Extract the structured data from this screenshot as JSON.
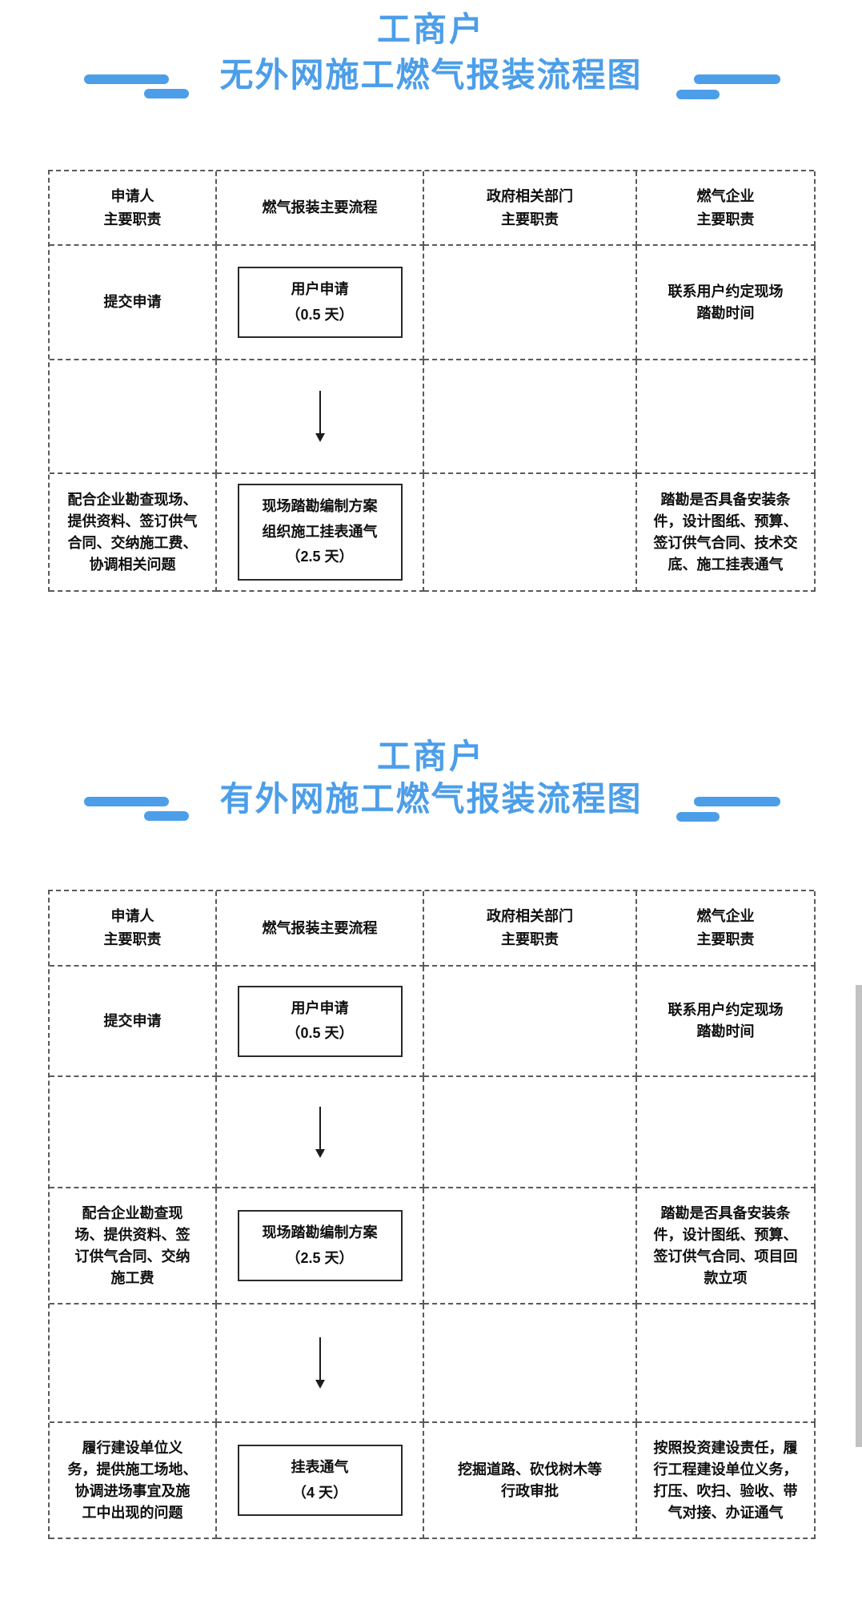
{
  "colors": {
    "accent_blue": "#4c9ee9",
    "dashed_border_gray": "#5a5a5a",
    "text_black": "#0f0f0f",
    "scrollbar_gray": "#c2c2c2"
  },
  "d1": {
    "title": "工商户",
    "subtitle": "无外网施工燃气报装流程图",
    "headers": [
      "申请人\n主要职责",
      "燃气报装主要流程",
      "政府相关部门\n主要职责",
      "燃气企业\n主要职责"
    ],
    "r2": {
      "c1": "提交申请",
      "box": "用户申请\n（0.5 天）",
      "c4": "联系用户约定现场\n踏勘时间"
    },
    "r4": {
      "c1": "配合企业勘查现场、\n提供资料、签订供气\n合同、交纳施工费、\n协调相关问题",
      "box": "现场踏勘编制方案\n组织施工挂表通气\n（2.5 天）",
      "c4": "踏勘是否具备安装条\n件，设计图纸、预算、\n签订供气合同、技术交\n底、施工挂表通气"
    }
  },
  "d2": {
    "title": "工商户",
    "subtitle": "有外网施工燃气报装流程图",
    "headers": [
      "申请人\n主要职责",
      "燃气报装主要流程",
      "政府相关部门\n主要职责",
      "燃气企业\n主要职责"
    ],
    "r2": {
      "c1": "提交申请",
      "box": "用户申请\n（0.5 天）",
      "c4": "联系用户约定现场\n踏勘时间"
    },
    "r4": {
      "c1": "配合企业勘查现\n场、提供资料、签\n订供气合同、交纳\n施工费",
      "box": "现场踏勘编制方案\n（2.5 天）",
      "c4": "踏勘是否具备安装条\n件，设计图纸、预算、\n签订供气合同、项目回\n款立项"
    },
    "r6": {
      "c1": "履行建设单位义\n务，提供施工场地、\n协调进场事宜及施\n工中出现的问题",
      "box": "挂表通气\n（4 天）",
      "c3": "挖掘道路、砍伐树木等\n行政审批",
      "c4": "按照投资建设责任，履\n行工程建设单位义务，\n打压、吹扫、验收、带\n气对接、办证通气"
    }
  }
}
